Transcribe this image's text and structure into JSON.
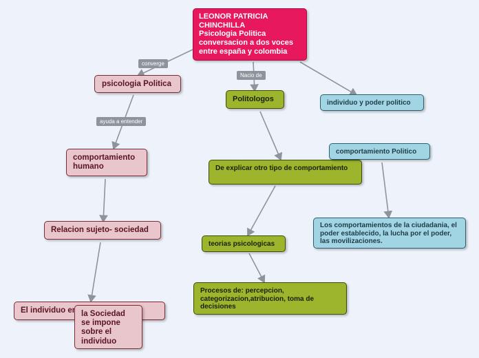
{
  "root": {
    "text": "LEONOR PATRICIA CHINCHILLA\nPsicologia Politica conversacion a dos voces entre españa y colombia"
  },
  "nodes": {
    "psicologia_politica": "psicologia Politica",
    "comportamiento_humano": "comportamiento humano",
    "relacion_sujeto_sociedad": "Relacion sujeto- sociedad",
    "individuo_sociedad": "El individuo en la sociedad",
    "sociedad_impone": "la Sociedad se impone sobre el individuo",
    "politologos": "Politologos",
    "explicar_comportamiento": "De explicar otro tipo de comportamiento",
    "teorias_psicologicas": "teorias psicologicas",
    "procesos": "Procesos de: percepcion, categorizacion,atribucion, toma de decisiones",
    "individuo_poder": "individuo y poder politico",
    "comportamiento_politico": "comportamiento Politico",
    "comportamientos_ciudadania": "Los comportamientos de la ciudadania, el poder establecido, la lucha por el poder, las movilizaciones."
  },
  "links": {
    "converge": "converge",
    "nacio_de": "Nacio de",
    "ayuda_entender": "ayuda a entender"
  }
}
